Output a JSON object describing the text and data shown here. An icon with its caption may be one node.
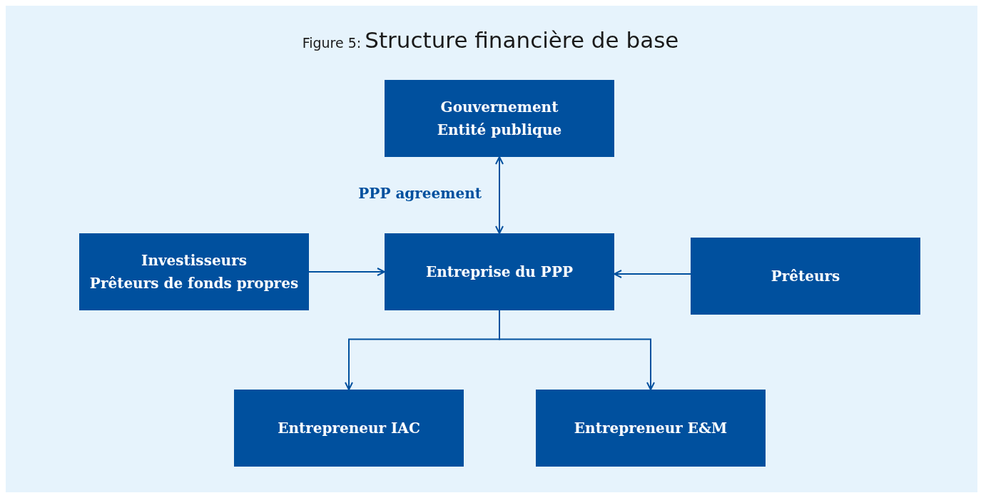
{
  "diagram": {
    "title": "Structure financière de base",
    "nodes": [
      {
        "text": [
          "Gouvernement",
          "Entité publique"
        ]
      },
      {
        "text": [
          "Investisseurs",
          "Prêteurs de fonds propres"
        ]
      },
      {
        "text": [
          "Entreprise du PPP"
        ]
      },
      {
        "text": [
          "Prêteurs"
        ]
      },
      {
        "text": [
          "Entrepreneur IAC"
        ]
      },
      {
        "text": [
          "Entrepreneur E&M"
        ]
      }
    ],
    "edges": [
      {
        "from": 0,
        "to": 2,
        "arrow": "both",
        "label": "PPP agreement"
      },
      {
        "from": 1,
        "to": 2,
        "arrow": "to"
      },
      {
        "from": 3,
        "to": 2,
        "arrow": "to"
      },
      {
        "from": 2,
        "to": 4,
        "arrow": "to"
      },
      {
        "from": 2,
        "to": 5,
        "arrow": "to"
      }
    ],
    "labels": [
      "Figure 5:"
    ]
  }
}
